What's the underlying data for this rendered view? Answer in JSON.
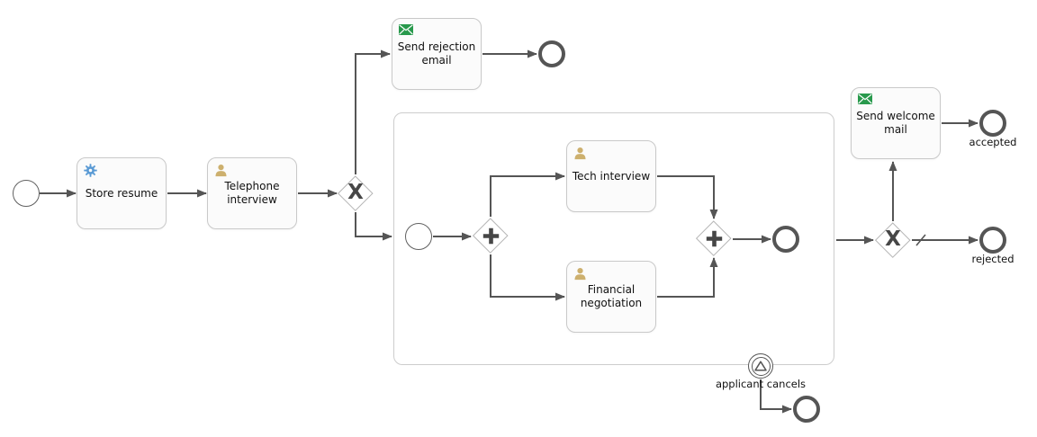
{
  "diagram_type": "bpmn-process",
  "nodes": {
    "store_resume": {
      "label": "Store resume",
      "type": "service-task"
    },
    "telephone_interview": {
      "label": "Telephone interview",
      "type": "user-task"
    },
    "send_rejection_email": {
      "label": "Send rejection email",
      "type": "send-task"
    },
    "tech_interview": {
      "label": "Tech interview",
      "type": "user-task"
    },
    "financial_negotiation": {
      "label": "Financial negotiation",
      "type": "user-task"
    },
    "send_welcome_mail": {
      "label": "Send welcome mail",
      "type": "send-task"
    }
  },
  "event_labels": {
    "accepted": "accepted",
    "rejected": "rejected",
    "applicant_cancels": "applicant cancels"
  },
  "gateways": {
    "xor_symbol": "X",
    "parallel_symbol": "+"
  },
  "icons": {
    "service_task": "gear-icon",
    "user_task": "person-icon",
    "send_task": "envelope-icon",
    "boundary_event": "triangle-icon"
  },
  "colors": {
    "background": "#ffffff",
    "flow_stroke": "#555555",
    "node_fill": "#fbfbfb",
    "node_border": "#c9c9c9",
    "gateway_border": "#b5b5b5",
    "subprocess_border": "#cdcdcd",
    "service_icon": "#5a9ad4",
    "user_icon": "#cdb06e",
    "send_icon": "#28994c"
  }
}
